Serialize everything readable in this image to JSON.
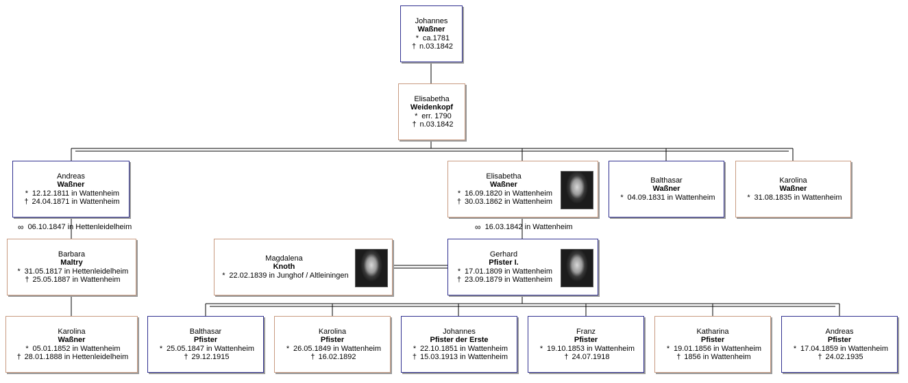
{
  "persons": {
    "johannes_wassner": {
      "given": "Johannes",
      "surname": "Waßner",
      "events": [
        {
          "symbol": "*",
          "text": "ca.1781"
        },
        {
          "symbol": "†",
          "text": "n.03.1842"
        }
      ]
    },
    "elisabetha_weidenkopf": {
      "given": "Elisabetha",
      "surname": "Weidenkopf",
      "events": [
        {
          "symbol": "*",
          "text": "err. 1790"
        },
        {
          "symbol": "†",
          "text": "n.03.1842"
        }
      ]
    },
    "andreas_wassner": {
      "given": "Andreas",
      "surname": "Waßner",
      "events": [
        {
          "symbol": "*",
          "text": "12.12.1811 in Wattenheim"
        },
        {
          "symbol": "†",
          "text": "24.04.1871 in Wattenheim"
        }
      ]
    },
    "elisabetha_wassner": {
      "given": "Elisabetha",
      "surname": "Waßner",
      "events": [
        {
          "symbol": "*",
          "text": "16.09.1820 in Wattenheim"
        },
        {
          "symbol": "†",
          "text": "30.03.1862 in Wattenheim"
        }
      ]
    },
    "balthasar_wassner": {
      "given": "Balthasar",
      "surname": "Waßner",
      "events": [
        {
          "symbol": "*",
          "text": "04.09.1831 in Wattenheim"
        }
      ]
    },
    "karolina_wassner_1835": {
      "given": "Karolina",
      "surname": "Waßner",
      "events": [
        {
          "symbol": "*",
          "text": "31.08.1835 in Wattenheim"
        }
      ]
    },
    "barbara_maltry": {
      "given": "Barbara",
      "surname": "Maltry",
      "events": [
        {
          "symbol": "*",
          "text": "31.05.1817 in Hettenleidelheim"
        },
        {
          "symbol": "†",
          "text": "25.05.1887 in Wattenheim"
        }
      ]
    },
    "magdalena_knoth": {
      "given": "Magdalena",
      "surname": "Knoth",
      "events": [
        {
          "symbol": "*",
          "text": "22.02.1839 in Junghof / Altleiningen"
        }
      ]
    },
    "gerhard_pfister": {
      "given": "Gerhard",
      "surname": "Pfister I.",
      "events": [
        {
          "symbol": "*",
          "text": "17.01.1809 in Wattenheim"
        },
        {
          "symbol": "†",
          "text": "23.09.1879 in Wattenheim"
        }
      ]
    },
    "karolina_wassner_1852": {
      "given": "Karolina",
      "surname": "Waßner",
      "events": [
        {
          "symbol": "*",
          "text": "05.01.1852 in Wattenheim"
        },
        {
          "symbol": "†",
          "text": "28.01.1888 in Hettenleidelheim"
        }
      ]
    },
    "balthasar_pfister": {
      "given": "Balthasar",
      "surname": "Pfister",
      "events": [
        {
          "symbol": "*",
          "text": "25.05.1847 in Wattenheim"
        },
        {
          "symbol": "†",
          "text": "29.12.1915"
        }
      ]
    },
    "karolina_pfister": {
      "given": "Karolina",
      "surname": "Pfister",
      "events": [
        {
          "symbol": "*",
          "text": "26.05.1849 in Wattenheim"
        },
        {
          "symbol": "†",
          "text": "16.02.1892"
        }
      ]
    },
    "johannes_pfister": {
      "given": "Johannes",
      "surname": "Pfister der Erste",
      "events": [
        {
          "symbol": "*",
          "text": "22.10.1851 in Wattenheim"
        },
        {
          "symbol": "†",
          "text": "15.03.1913 in Wattenheim"
        }
      ]
    },
    "franz_pfister": {
      "given": "Franz",
      "surname": "Pfister",
      "events": [
        {
          "symbol": "*",
          "text": "19.10.1853 in Wattenheim"
        },
        {
          "symbol": "†",
          "text": "24.07.1918"
        }
      ]
    },
    "katharina_pfister": {
      "given": "Katharina",
      "surname": "Pfister",
      "events": [
        {
          "symbol": "*",
          "text": "19.01.1856 in Wattenheim"
        },
        {
          "symbol": "†",
          "text": "1856 in Wattenheim"
        }
      ]
    },
    "andreas_pfister": {
      "given": "Andreas",
      "surname": "Pfister",
      "events": [
        {
          "symbol": "*",
          "text": "17.04.1859 in Wattenheim"
        },
        {
          "symbol": "†",
          "text": "24.02.1935"
        }
      ]
    }
  },
  "marriages": {
    "andreas_barbara": {
      "symbol": "∞",
      "text": "06.10.1847 in Hettenleidelheim"
    },
    "elisabetha_gerhard": {
      "symbol": "∞",
      "text": "16.03.1842 in Wattenheim"
    }
  },
  "colors": {
    "male_border": "#2f2f8f",
    "female_border": "#c89a80",
    "line": "#000000"
  }
}
